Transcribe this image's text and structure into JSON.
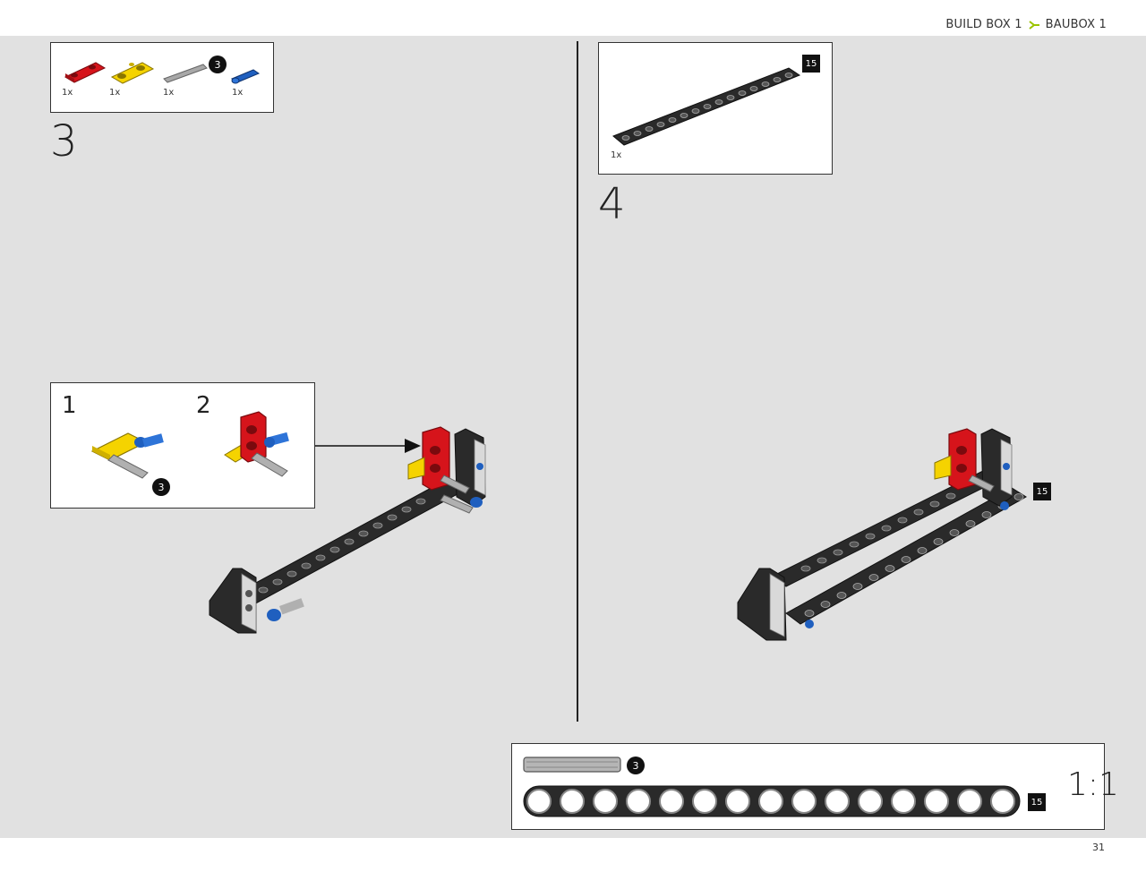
{
  "header": {
    "crumb_left": "BUILD BOX 1",
    "crumb_right": "BAUBOX 1",
    "accent_color": "#9bc400"
  },
  "footer": {
    "page_number": "31"
  },
  "step3": {
    "number": "3",
    "parts": [
      {
        "name": "red-connector",
        "qty": "1x",
        "color": "#d6141b"
      },
      {
        "name": "yellow-connector",
        "qty": "1x",
        "color": "#f5d300"
      },
      {
        "name": "grey-axle",
        "qty": "1x",
        "color": "#9a9a9a",
        "length_badge": "3"
      },
      {
        "name": "blue-pin",
        "qty": "1x",
        "color": "#1f5fbf"
      }
    ],
    "sub_steps": [
      {
        "number": "1",
        "axle_badge": "3"
      },
      {
        "number": "2"
      }
    ]
  },
  "step4": {
    "number": "4",
    "parts": [
      {
        "name": "black-beam",
        "qty": "1x",
        "length_badge": "15"
      }
    ],
    "assembly_badge": "15"
  },
  "scale_box": {
    "axle_badge": "3",
    "beam_badge": "15",
    "scale": "1:1"
  }
}
